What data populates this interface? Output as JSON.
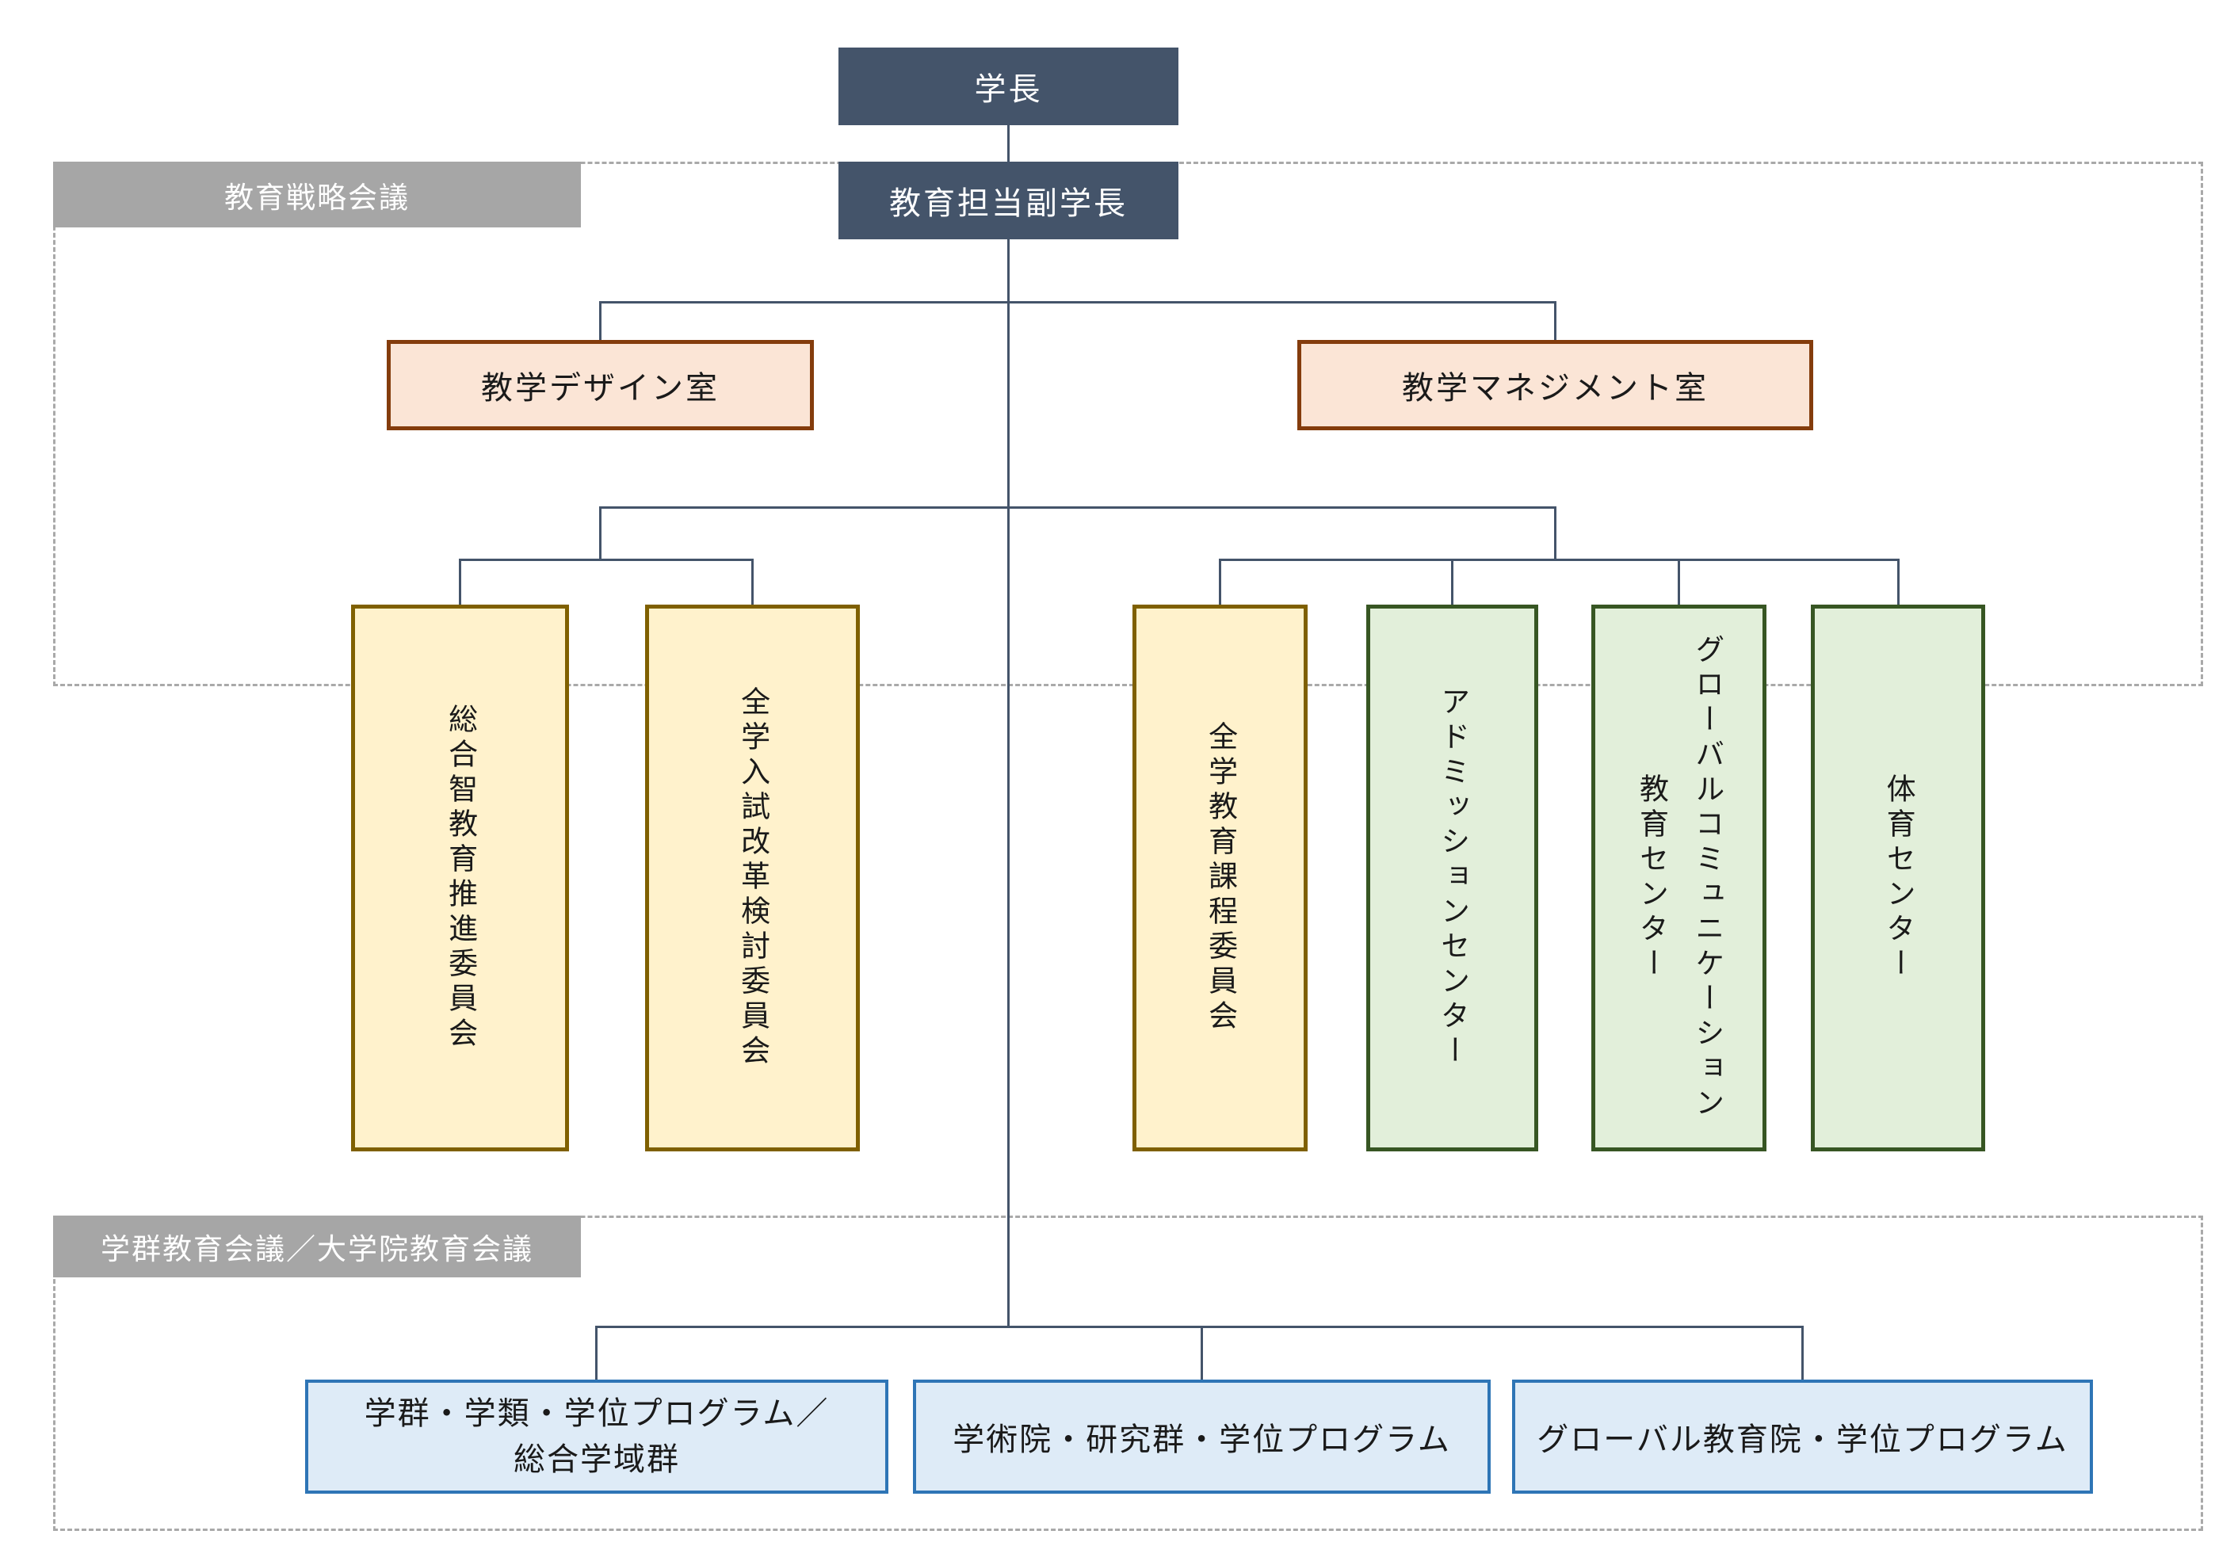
{
  "regions": {
    "education_strategy": {
      "label": "教育戦略会議"
    },
    "gakugun_education": {
      "label": "学群教育会議／大学院教育会議"
    }
  },
  "nodes": {
    "president": {
      "label": "学長"
    },
    "vice_president": {
      "label": "教育担当副学長"
    },
    "design_office": {
      "label": "教学デザイン室"
    },
    "management_office": {
      "label": "教学マネジメント室"
    },
    "general_wisdom_committee": {
      "label": "総合智教育推進委員会"
    },
    "admission_reform_committee": {
      "label": "全学入試改革検討委員会"
    },
    "curriculum_committee": {
      "label": "全学教育課程委員会"
    },
    "admission_center": {
      "label": "アドミッションセンター"
    },
    "global_communication_center": {
      "label": "グローバルコミュニケーション\n教育センター"
    },
    "sports_center": {
      "label": "体育センター"
    },
    "undergrad_programs": {
      "label": "学群・学類・学位プログラム／\n総合学域群"
    },
    "academic_institutes": {
      "label": "学術院・研究群・学位プログラム"
    },
    "global_education_institute": {
      "label": "グローバル教育院・学位プログラム"
    }
  },
  "colors": {
    "dark_box_fill": "#44546a",
    "dark_box_text": "#ffffff",
    "region_label_fill": "#a6a6a6",
    "dashed_border": "#a9a9a9",
    "peach_fill": "#fbe5d6",
    "peach_border": "#843c0c",
    "yellow_fill": "#fff2cc",
    "yellow_border": "#7f6000",
    "green_fill": "#e2efda",
    "green_border": "#375623",
    "blue_fill": "#deebf7",
    "blue_border": "#2e75b6",
    "connector": "#44546a"
  }
}
